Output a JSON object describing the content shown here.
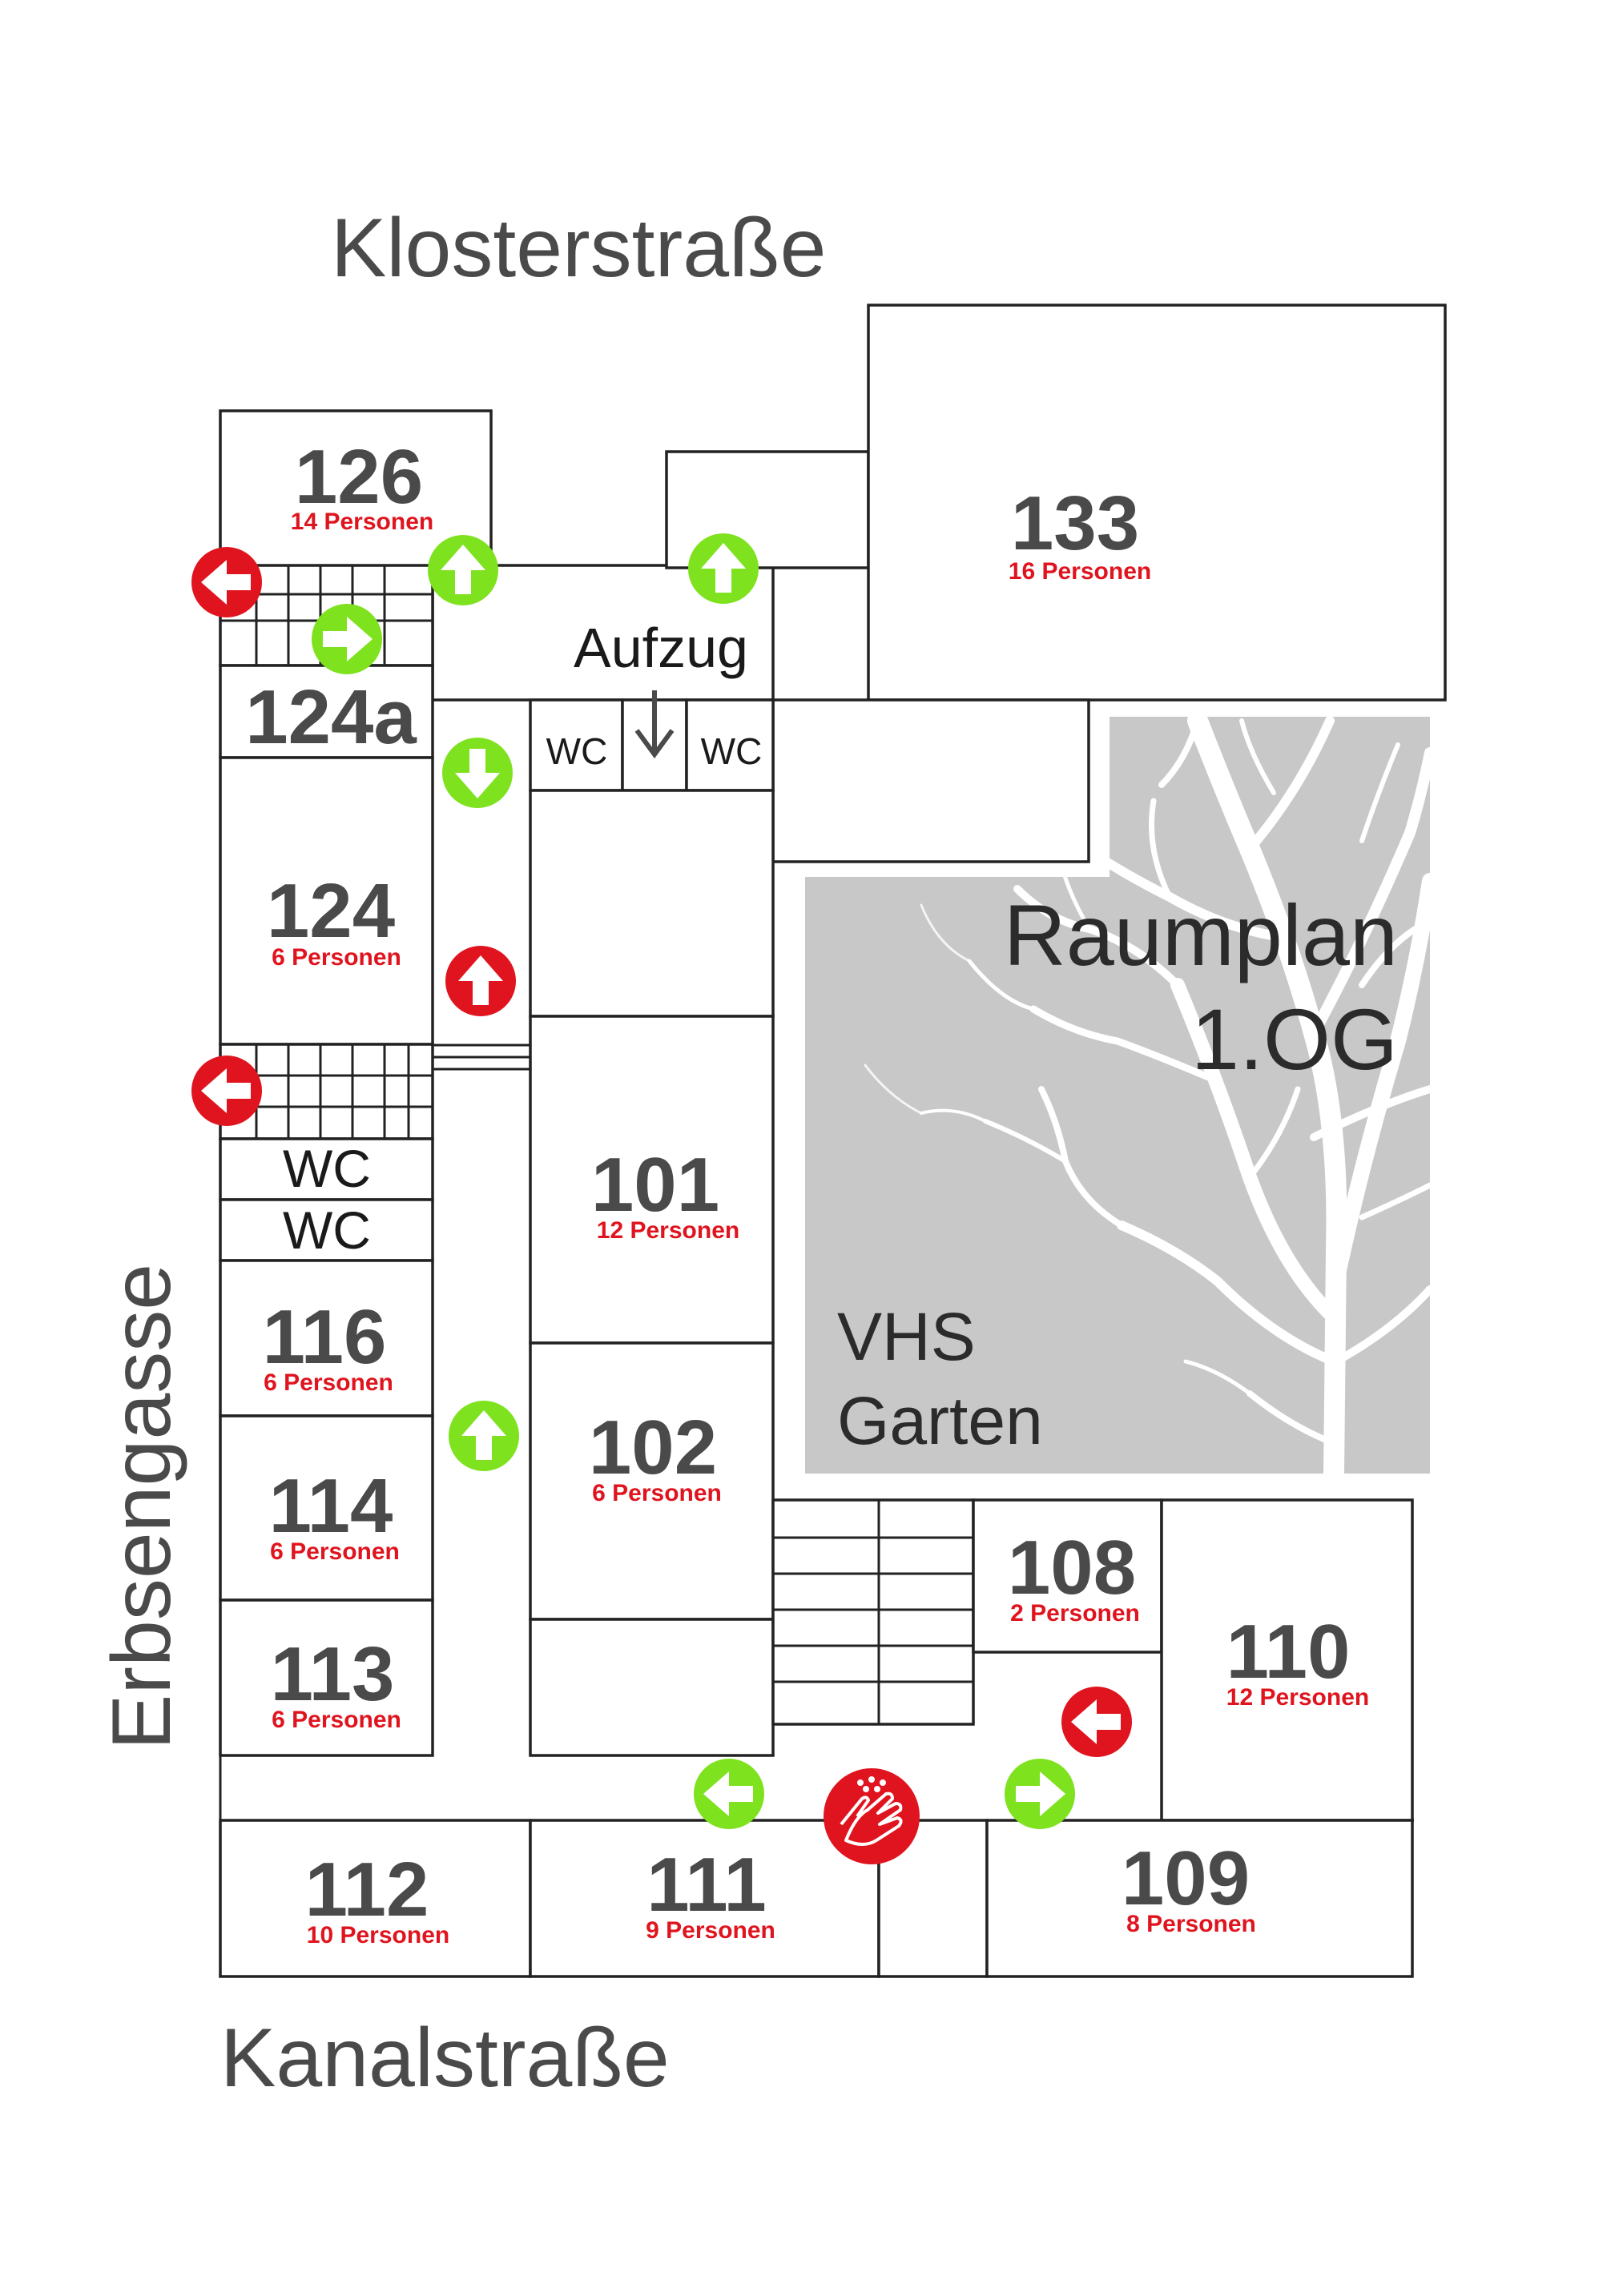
{
  "streets": {
    "north": "Klosterstraße",
    "south": "Kanalstraße",
    "west": "Erbsengasse"
  },
  "title": {
    "line1": "Raumplan",
    "line2": "1.OG"
  },
  "garden": {
    "line1": "VHS",
    "line2": "Garten"
  },
  "elevator_label": "Aufzug",
  "wc_label": "WC",
  "rooms": [
    {
      "id": "126",
      "number": "126",
      "capacity": "14 Personen"
    },
    {
      "id": "124a",
      "number": "124a",
      "capacity": ""
    },
    {
      "id": "124",
      "number": "124",
      "capacity": "6 Personen"
    },
    {
      "id": "116",
      "number": "116",
      "capacity": "6 Personen"
    },
    {
      "id": "114",
      "number": "114",
      "capacity": "6 Personen"
    },
    {
      "id": "113",
      "number": "113",
      "capacity": "6 Personen"
    },
    {
      "id": "133",
      "number": "133",
      "capacity": "16 Personen"
    },
    {
      "id": "101",
      "number": "101",
      "capacity": "12 Personen"
    },
    {
      "id": "102",
      "number": "102",
      "capacity": "6 Personen"
    },
    {
      "id": "108",
      "number": "108",
      "capacity": "2 Personen"
    },
    {
      "id": "110",
      "number": "110",
      "capacity": "12 Personen"
    },
    {
      "id": "112",
      "number": "112",
      "capacity": "10 Personen"
    },
    {
      "id": "111",
      "number": "111",
      "capacity": "9 Personen"
    },
    {
      "id": "109",
      "number": "109",
      "capacity": "8 Personen"
    }
  ],
  "colors": {
    "capacity_text": "#e0141e",
    "walk_arrow": "#7fe21f",
    "exit_arrow": "#e0141e",
    "garden_fill": "#c8c8c8",
    "room_number": "#4a4a4a"
  },
  "markers": [
    {
      "id": "exit-left-top",
      "kind": "exit",
      "direction": "left"
    },
    {
      "id": "exit-left-mid",
      "kind": "exit",
      "direction": "left"
    },
    {
      "id": "exit-up-corridor",
      "kind": "exit",
      "direction": "up"
    },
    {
      "id": "exit-left-bottom",
      "kind": "exit",
      "direction": "left"
    },
    {
      "id": "walk-up-126",
      "kind": "walk",
      "direction": "up"
    },
    {
      "id": "walk-up-lift",
      "kind": "walk",
      "direction": "up"
    },
    {
      "id": "walk-right-stairs",
      "kind": "walk",
      "direction": "right"
    },
    {
      "id": "walk-down-corridor",
      "kind": "walk",
      "direction": "down"
    },
    {
      "id": "walk-up-lower",
      "kind": "walk",
      "direction": "up"
    },
    {
      "id": "walk-left-bottom",
      "kind": "walk",
      "direction": "left"
    },
    {
      "id": "walk-right-bottom",
      "kind": "walk",
      "direction": "right"
    },
    {
      "id": "hand-hygiene",
      "kind": "hygiene",
      "direction": ""
    }
  ]
}
